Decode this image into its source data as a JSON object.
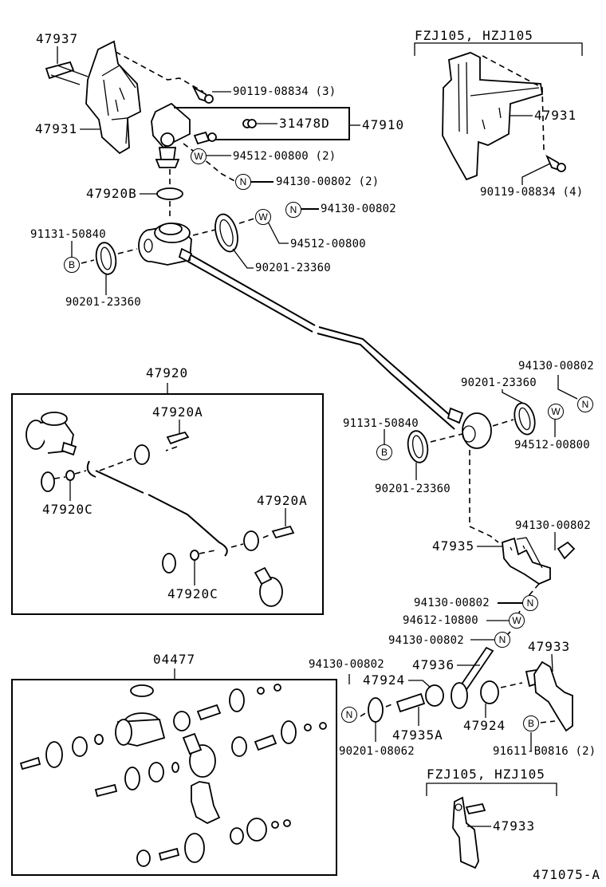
{
  "diagram": {
    "type": "exploded-parts-diagram",
    "drawing_id": "471075-A",
    "symbols": {
      "washer": "W",
      "nut": "N",
      "bolt": "B"
    },
    "variant_labels": {
      "top_right": "FZJ105, HZJ105",
      "bottom_right": "FZJ105, HZJ105"
    },
    "callouts": {
      "p47937": "47937",
      "p47931_left": "47931",
      "p90119_3": "90119-08834 (3)",
      "p31478d": "31478D",
      "p47910": "47910",
      "p94512_2": "94512-00800 (2)",
      "p94130_2": "94130-00802 (2)",
      "p47920b": "47920B",
      "p94130_top": "94130-00802",
      "p91131_left": "91131-50840",
      "p94512_top": "94512-00800",
      "p90201_mid": "90201-23360",
      "p90201_left": "90201-23360",
      "p47931_right": "47931",
      "p90119_4": "90119-08834 (4)",
      "p47920": "47920",
      "p47920a_1": "47920A",
      "p47920c_1": "47920C",
      "p47920a_2": "47920A",
      "p47920c_2": "47920C",
      "p94130_right": "94130-00802",
      "p90201_right_top": "90201-23360",
      "p91131_right": "91131-50840",
      "p94512_right": "94512-00800",
      "p90201_right_bot": "90201-23360",
      "p47935": "47935",
      "p94130_bracket": "94130-00802",
      "p94130_n1": "94130-00802",
      "p94612": "94612-10800",
      "p94130_n2": "94130-00802",
      "p47933": "47933",
      "p04477": "04477",
      "p94130_low": "94130-00802",
      "p47936": "47936",
      "p47924_a": "47924",
      "p47924_b": "47924",
      "p47935a": "47935A",
      "p90201_08062": "90201-08062",
      "p91611": "91611-B0816 (2)",
      "p47933_var": "47933"
    }
  }
}
